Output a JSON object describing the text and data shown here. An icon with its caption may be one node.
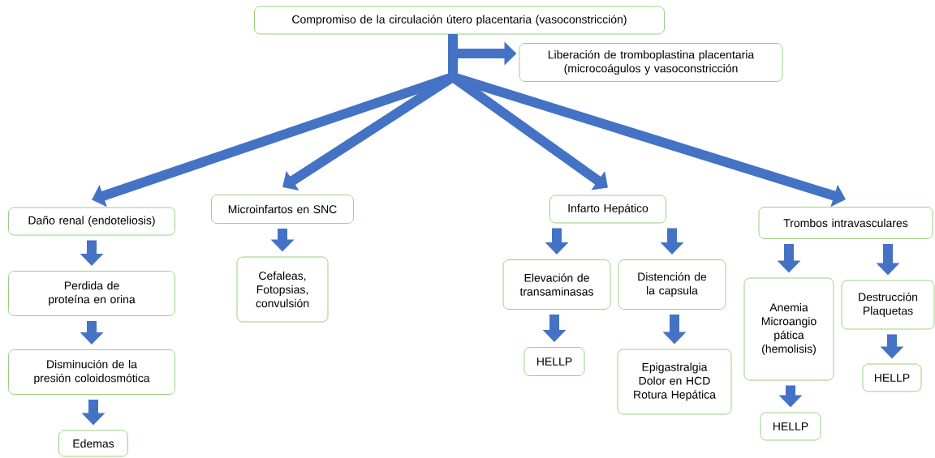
{
  "diagram": {
    "nodes": [
      {
        "text": [
          "Compromiso de la circulación útero placentaria (vasoconstricción)"
        ]
      },
      {
        "text": [
          "Liberación de tromboplastina placentaria (microcoágulos y vasoconstricción"
        ]
      },
      {
        "text": [
          "Daño renal (endoteliosis)"
        ]
      },
      {
        "text": [
          "Perdida de proteína en orina"
        ]
      },
      {
        "text": [
          "Disminución de la presión coloidosmótica"
        ]
      },
      {
        "text": [
          "Edemas"
        ]
      },
      {
        "text": [
          "Microinfartos en SNC"
        ]
      },
      {
        "text": [
          "Cefaleas, Fotopsias, convulsión"
        ]
      },
      {
        "text": [
          "Infarto Hepático"
        ]
      },
      {
        "text": [
          "Elevación de transaminasas"
        ]
      },
      {
        "text": [
          "Distención de la capsula"
        ]
      },
      {
        "text": [
          "HELLP"
        ]
      },
      {
        "text": [
          "Epigastralgia Dolor en HCD Rotura Hepática"
        ]
      },
      {
        "text": [
          "Trombos intravasculares"
        ]
      },
      {
        "text": [
          "Anemia Microangio pática (hemolisis)"
        ]
      },
      {
        "text": [
          "Destrucción Plaquetas"
        ]
      },
      {
        "text": [
          "HELLP"
        ]
      },
      {
        "text": [
          "HELLP"
        ]
      }
    ],
    "edges": [
      {
        "from": 0,
        "to": 1,
        "arrow": "to"
      },
      {
        "from": 0,
        "to": 2,
        "arrow": "to"
      },
      {
        "from": 0,
        "to": 6,
        "arrow": "to"
      },
      {
        "from": 0,
        "to": 8,
        "arrow": "to"
      },
      {
        "from": 0,
        "to": 13,
        "arrow": "to"
      },
      {
        "from": 2,
        "to": 3,
        "arrow": "to"
      },
      {
        "from": 3,
        "to": 4,
        "arrow": "to"
      },
      {
        "from": 4,
        "to": 5,
        "arrow": "to"
      },
      {
        "from": 6,
        "to": 7,
        "arrow": "to"
      },
      {
        "from": 8,
        "to": 9,
        "arrow": "to"
      },
      {
        "from": 8,
        "to": 10,
        "arrow": "to"
      },
      {
        "from": 9,
        "to": 11,
        "arrow": "to"
      },
      {
        "from": 10,
        "to": 12,
        "arrow": "to"
      },
      {
        "from": 13,
        "to": 14,
        "arrow": "to"
      },
      {
        "from": 13,
        "to": 15,
        "arrow": "to"
      },
      {
        "from": 14,
        "to": 16,
        "arrow": "to"
      },
      {
        "from": 15,
        "to": 17,
        "arrow": "to"
      }
    ]
  }
}
